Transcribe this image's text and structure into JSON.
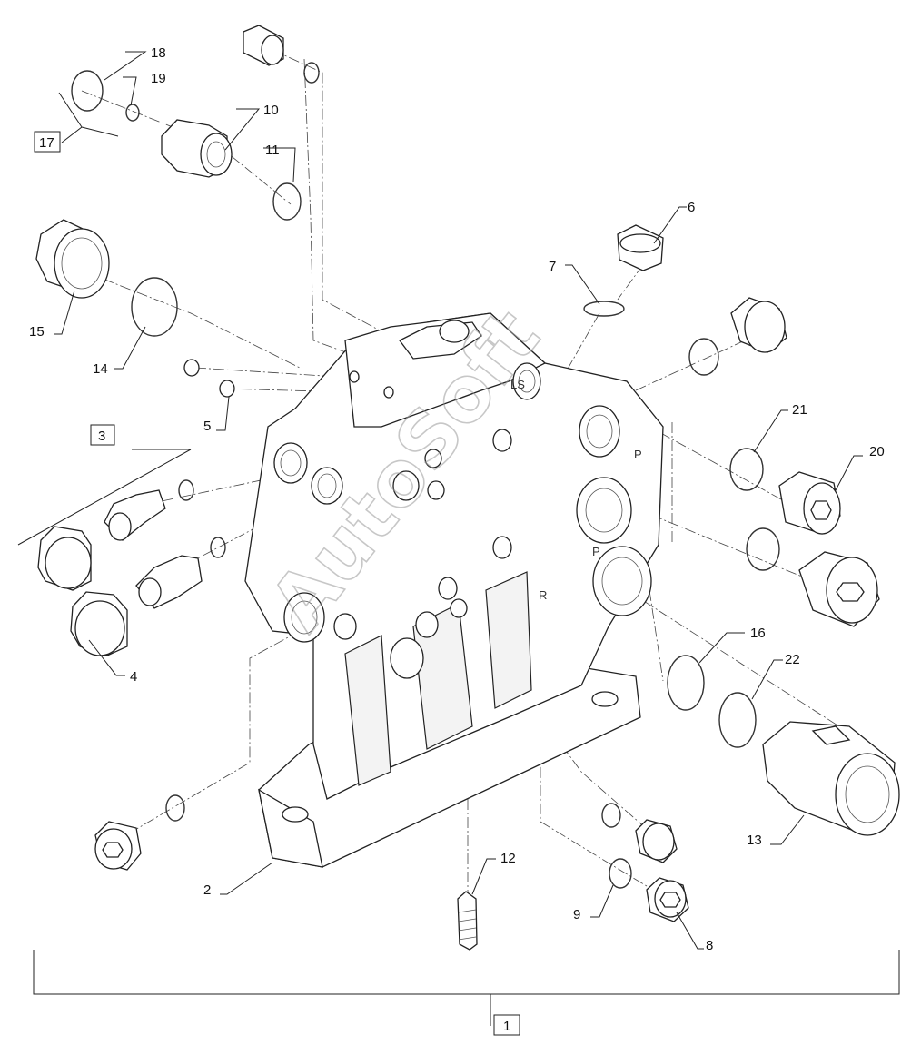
{
  "diagram": {
    "callouts": {
      "c2": "2",
      "c4": "4",
      "c5": "5",
      "c6": "6",
      "c7": "7",
      "c8": "8",
      "c9": "9",
      "c10": "10",
      "c11": "11",
      "c12": "12",
      "c13": "13",
      "c14": "14",
      "c15": "15",
      "c16": "16",
      "c18": "18",
      "c19": "19",
      "c20": "20",
      "c21": "21",
      "c22": "22"
    },
    "boxed": {
      "b1": "1",
      "b3": "3",
      "b17": "17"
    },
    "casting_marks": {
      "ls": "LS",
      "p1": "P",
      "p2": "P",
      "r": "R"
    },
    "watermark": "AutoSoft"
  }
}
